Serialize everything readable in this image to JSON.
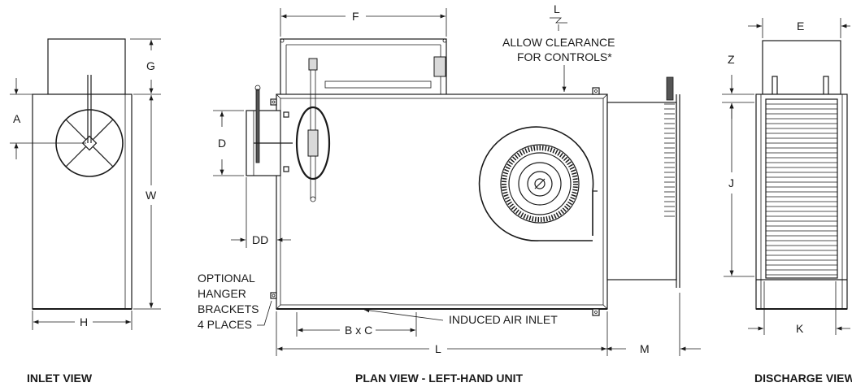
{
  "views": {
    "inlet": {
      "caption": "INLET VIEW",
      "dims": {
        "g": "G",
        "a": "A",
        "w": "W",
        "h": "H"
      }
    },
    "plan": {
      "caption": "PLAN VIEW - LEFT-HAND UNIT",
      "dims": {
        "f": "F",
        "l_top": "L",
        "d": "D",
        "dd": "DD",
        "bxc": "B x C",
        "l": "L",
        "m": "M"
      },
      "notes": {
        "clearance_line1": "ALLOW CLEARANCE",
        "clearance_line2": "FOR CONTROLS*",
        "induced_air_inlet": "INDUCED AIR INLET",
        "hanger_line1": "OPTIONAL",
        "hanger_line2": "HANGER",
        "hanger_line3": "BRACKETS",
        "hanger_line4": "4 PLACES"
      }
    },
    "discharge": {
      "caption": "DISCHARGE VIEW",
      "dims": {
        "e": "E",
        "z": "Z",
        "j": "J",
        "k": "K"
      }
    }
  }
}
